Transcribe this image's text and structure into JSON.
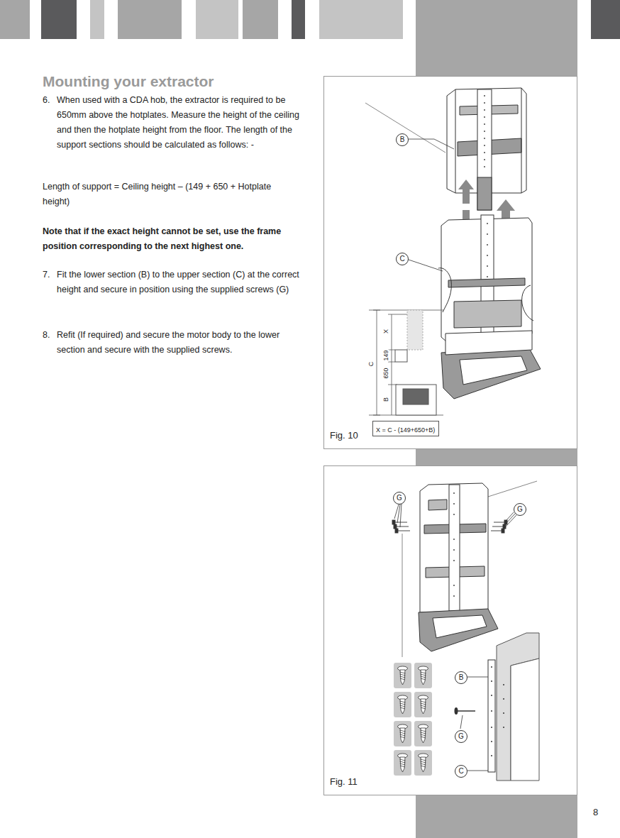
{
  "diagram": {
    "title": "Mounting your extractor",
    "nodes": [
      {
        "text": [
          "Fig. 10"
        ]
      },
      {
        "text": [
          "B"
        ],
        "in": 0
      },
      {
        "text": [
          "C"
        ],
        "in": 0
      },
      {
        "text": [
          "X = C - (149+650+B)"
        ],
        "in": 0
      },
      {
        "text": [
          "Fig. 11"
        ]
      },
      {
        "text": [
          "G"
        ],
        "in": 4
      },
      {
        "text": [
          "G"
        ],
        "in": 4
      },
      {
        "text": [
          "B"
        ],
        "in": 4
      },
      {
        "text": [
          "G"
        ],
        "in": 4
      },
      {
        "text": [
          "C"
        ],
        "in": 4
      }
    ],
    "labels": [
      "6.",
      "When used with a CDA hob, the extractor is required to be 650mm above the hotplates. Measure the height of the ceiling and then the hotplate height from the floor. The length of the support sections should be calculated as follows: -",
      "Length of support = Ceiling height – (149 + 650 + Hotplate height)",
      "Note that if the exact height cannot be set, use the frame position corresponding to the next highest one.",
      "7.",
      "Fit the lower section (B) to the upper section (C) at the correct height and secure in position using the supplied screws (G)",
      "8.",
      "Refit (If required) and secure the motor body to the lower section and secure with the supplied screws.",
      "X",
      "149",
      "C",
      "650",
      "B",
      "8"
    ]
  }
}
